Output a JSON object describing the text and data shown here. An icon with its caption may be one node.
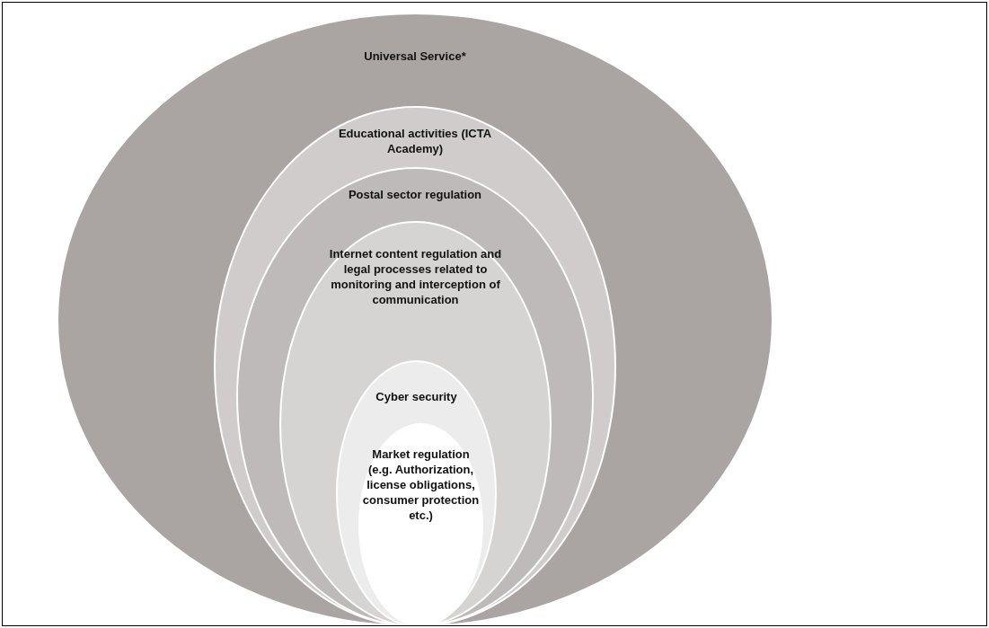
{
  "diagram": {
    "nodes": [
      {
        "text": [
          "Universal Service*"
        ]
      },
      {
        "text": [
          "Educational activities (ICTA Academy)"
        ],
        "in": 0
      },
      {
        "text": [
          "Postal sector regulation"
        ],
        "in": 1
      },
      {
        "text": [
          "Internet content regulation and legal processes related to monitoring and interception of communication"
        ],
        "in": 2
      },
      {
        "text": [
          "Cyber security"
        ],
        "in": 3
      },
      {
        "text": [
          "Market regulation (e.g. Authorization, license obligations, consumer protection etc.)"
        ],
        "in": 4
      }
    ]
  }
}
